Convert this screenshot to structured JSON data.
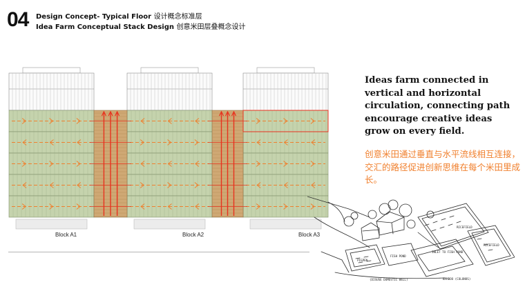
{
  "header": {
    "number": "04",
    "line1_en": "Design Concept- Typical Floor",
    "line1_cn": "设计概念标准层",
    "line2_en": "Idea Farm Conceptual Stack Design",
    "line2_cn": "创意米田层叠概念设计"
  },
  "elevation": {
    "blocks": [
      {
        "label": "Block A1"
      },
      {
        "label": "Block A2"
      },
      {
        "label": "Block A3"
      }
    ]
  },
  "description": {
    "en": "Ideas farm connected in vertical and horizontal circulation, connecting path encourage creative ideas grow on every field.",
    "cn": "创意米田通过垂直与水平流线相互连接，交汇的路径促进创新思维在每个米田里成长。"
  },
  "sketch": {
    "labels": [
      "RICEFIELD",
      "RICEFIELD",
      "INLET TO FISH POND",
      "PIGPEN",
      "FISH POND",
      "(DISUSE DOMESTIC WELL)",
      "BAMBOO (COLONOS)"
    ]
  },
  "colors": {
    "accent_orange": "#f07f2c",
    "arrow_red": "#e8321e",
    "farm_green": "#c5d3ad",
    "core_tan": "#cfa874"
  }
}
